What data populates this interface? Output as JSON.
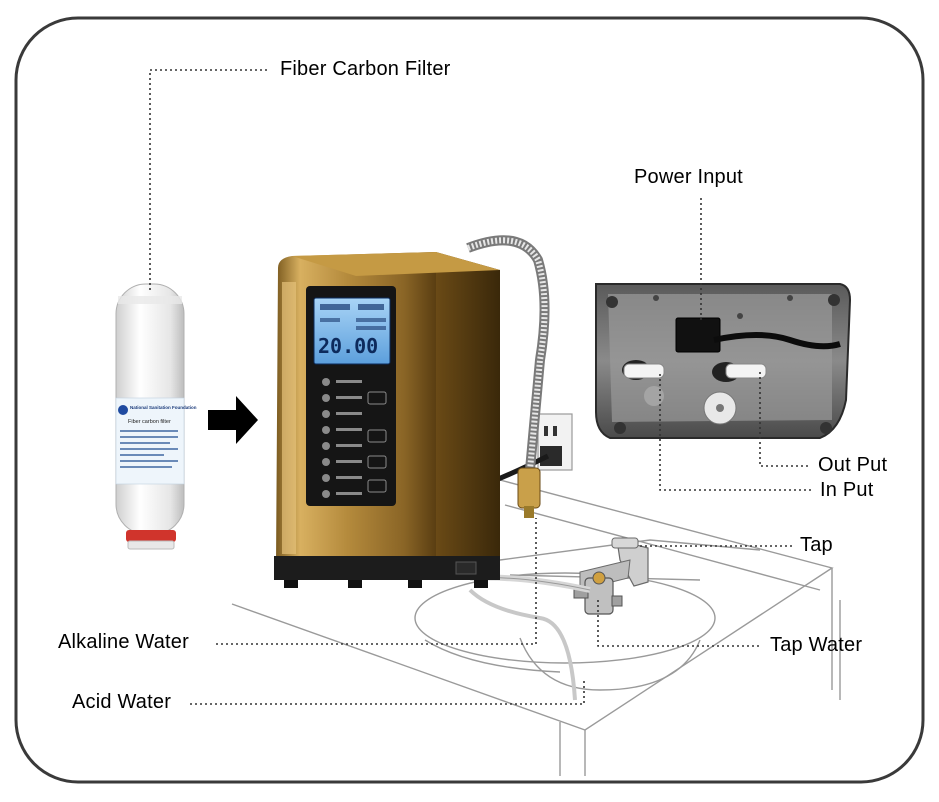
{
  "callouts": {
    "fiber_carbon_filter": "Fiber Carbon Filter",
    "power_input": "Power Input",
    "out_put": "Out Put",
    "in_put": "In Put",
    "tap": "Tap",
    "tap_water": "Tap Water",
    "alkaline_water": "Alkaline Water",
    "acid_water": "Acid Water"
  },
  "filter_label": {
    "brand_line": "National Sanitation Foundation",
    "title": "Fiber carbon filter"
  },
  "lcd": {
    "main_reading": "20.00"
  },
  "colors": {
    "frame_border": "#3a3a3a",
    "machine_gold": "#b08a3a",
    "lcd_blue": "#7fb7e8",
    "filter_white": "#f4f4f4",
    "filter_cap_red": "#d0342c",
    "arrow_black": "#000000"
  }
}
